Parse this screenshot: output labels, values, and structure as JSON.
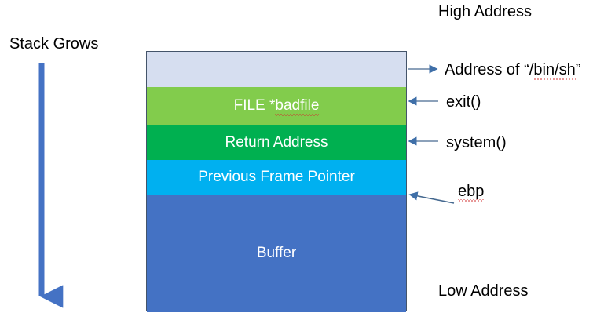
{
  "diagram": {
    "title_high": "High Address",
    "title_low": "Low Address",
    "stack_grows_label": "Stack Grows",
    "stack_direction": "down",
    "colors": {
      "binsh_fill": "#D6DEF0",
      "badfile_fill": "#82CC4C",
      "return_fill": "#00B050",
      "frame_pointer_fill": "#00B0F0",
      "buffer_fill": "#4472C4",
      "border": "#44546A",
      "arrow": "#44688F",
      "stack_arrow": "#4472C4",
      "segment_text": "#FFFFFF",
      "label_text": "#000000",
      "spellcheck_underline": "#D03030"
    },
    "segments": [
      {
        "name": "binsh-slot",
        "text": "",
        "spell_error": ""
      },
      {
        "name": "badfile-slot",
        "text_prefix": "FILE *",
        "text_spell": "badfile"
      },
      {
        "name": "return-address",
        "text": "Return Address",
        "spell_error": ""
      },
      {
        "name": "frame-pointer",
        "text": "Previous Frame Pointer",
        "spell_error": ""
      },
      {
        "name": "buffer",
        "text": "Buffer",
        "spell_error": ""
      }
    ],
    "annotations": [
      {
        "name": "binsh",
        "text_prefix": "Address of “/",
        "text_spell": "bin/sh",
        "text_suffix": "”",
        "arrow_direction": "right"
      },
      {
        "name": "exit",
        "text": "exit()",
        "arrow_direction": "left"
      },
      {
        "name": "system",
        "text": "system()",
        "arrow_direction": "left"
      },
      {
        "name": "ebp",
        "text_spell": "ebp",
        "arrow_direction": "left-up"
      }
    ]
  }
}
